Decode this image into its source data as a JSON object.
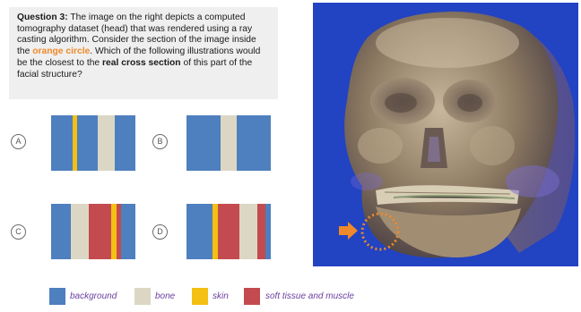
{
  "question": {
    "label": "Question 3:",
    "text1": " The image on the right depicts a computed tomography dataset (head) that was rendered using a ray casting algorithm. Consider the section of the image inside the ",
    "highlight": "orange circle",
    "text2": ". Which of the following illustrations would be the closest to the ",
    "emphasis": "real cross section",
    "text3": " of this part of the facial structure?"
  },
  "options": [
    {
      "letter": "A",
      "stripes": [
        "skin",
        "bone"
      ]
    },
    {
      "letter": "B",
      "stripes": [
        "bone"
      ]
    },
    {
      "letter": "C",
      "stripes": [
        "bone",
        "tissue",
        "skin",
        "tissue"
      ]
    },
    {
      "letter": "D",
      "stripes": [
        "skin",
        "tissue",
        "bone",
        "tissue"
      ]
    }
  ],
  "colors": {
    "background": "#4e7fbf",
    "bone": "#dcd7c4",
    "skin": "#f3c013",
    "tissue": "#c34b4f",
    "highlight": "#ee8a2b",
    "legend_text": "#6b3fa0"
  },
  "legend": [
    {
      "key": "background",
      "label": "background"
    },
    {
      "key": "bone",
      "label": "bone"
    },
    {
      "key": "skin",
      "label": "skin"
    },
    {
      "key": "tissue",
      "label": "soft tissue and muscle"
    }
  ],
  "image": {
    "subject": "ct-head-volume-rendering",
    "marker": "orange-dotted-circle-with-arrow"
  }
}
